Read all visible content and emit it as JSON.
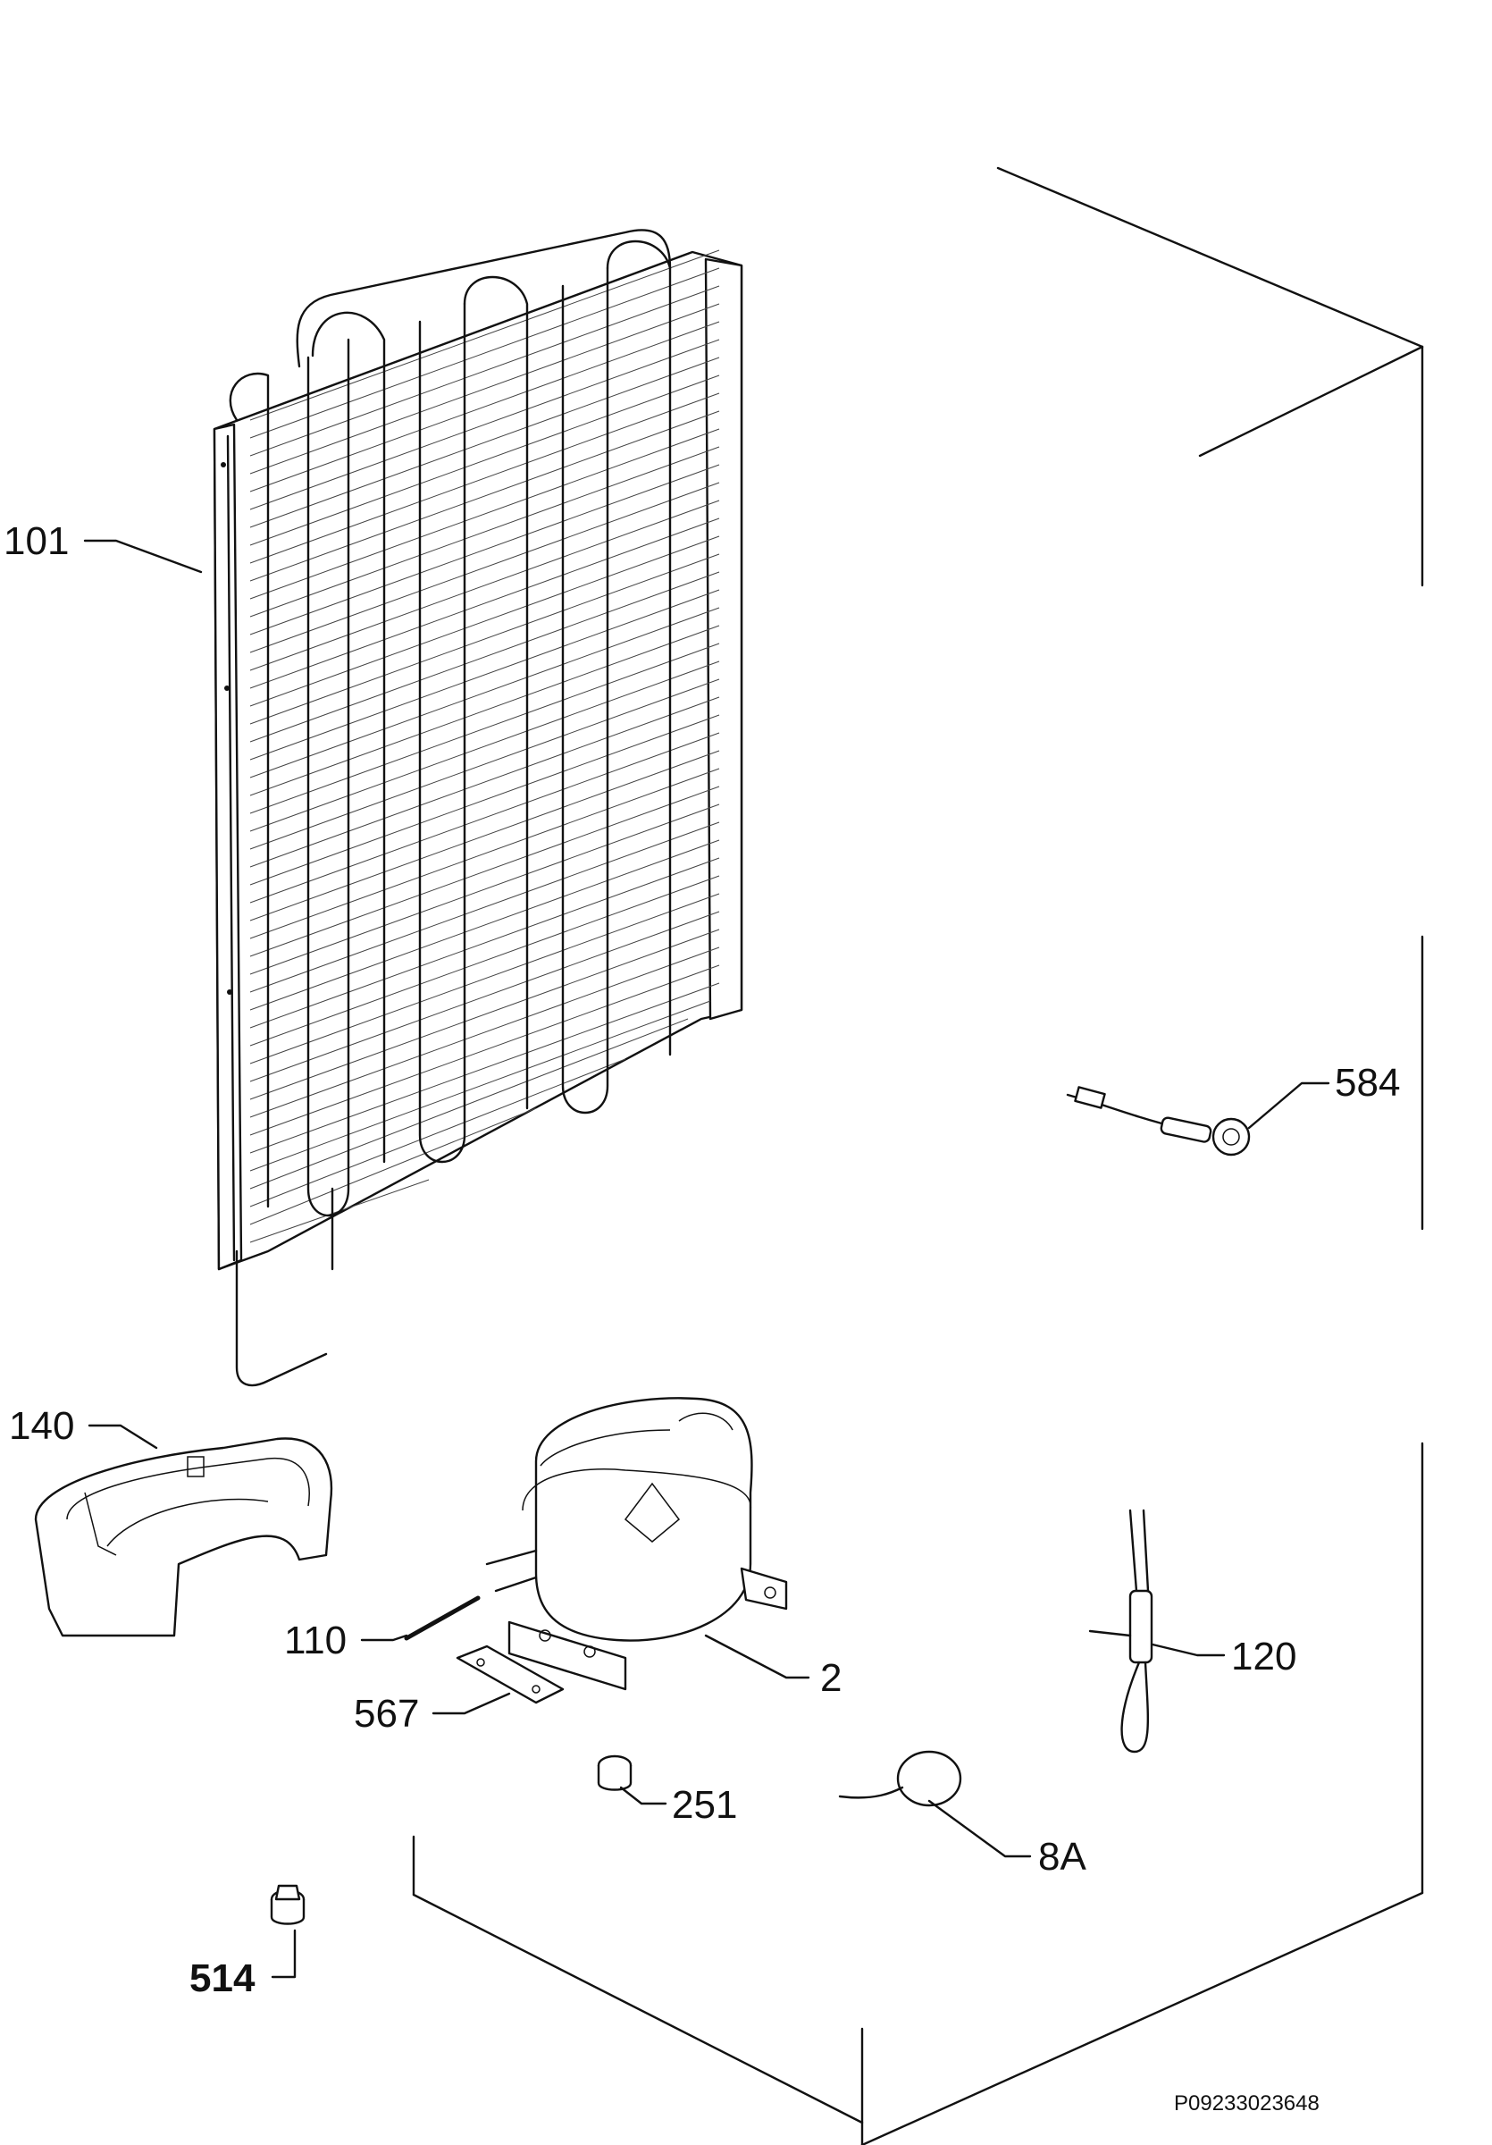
{
  "diagram": {
    "labels": {
      "p101": "101",
      "p140": "140",
      "p110": "110",
      "p567": "567",
      "p2": "2",
      "p251": "251",
      "p8a": "8A",
      "p120": "120",
      "p584": "584",
      "p514": "514"
    },
    "reference_code": "P09233023648"
  }
}
